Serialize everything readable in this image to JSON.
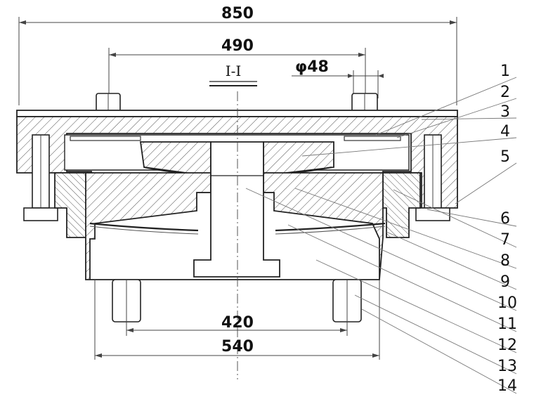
{
  "section_label": "I-I",
  "dimensions": {
    "overall_width": "850",
    "upper_span": "490",
    "bolt_diameter": "φ48",
    "lower_inner_span": "420",
    "lower_outer_span": "540"
  },
  "part_numbers": [
    "1",
    "2",
    "3",
    "4",
    "5",
    "6",
    "7",
    "8",
    "9",
    "10",
    "11",
    "12",
    "13",
    "14"
  ],
  "colors": {
    "line": "#222222",
    "leader": "#777777",
    "background": "#ffffff"
  }
}
